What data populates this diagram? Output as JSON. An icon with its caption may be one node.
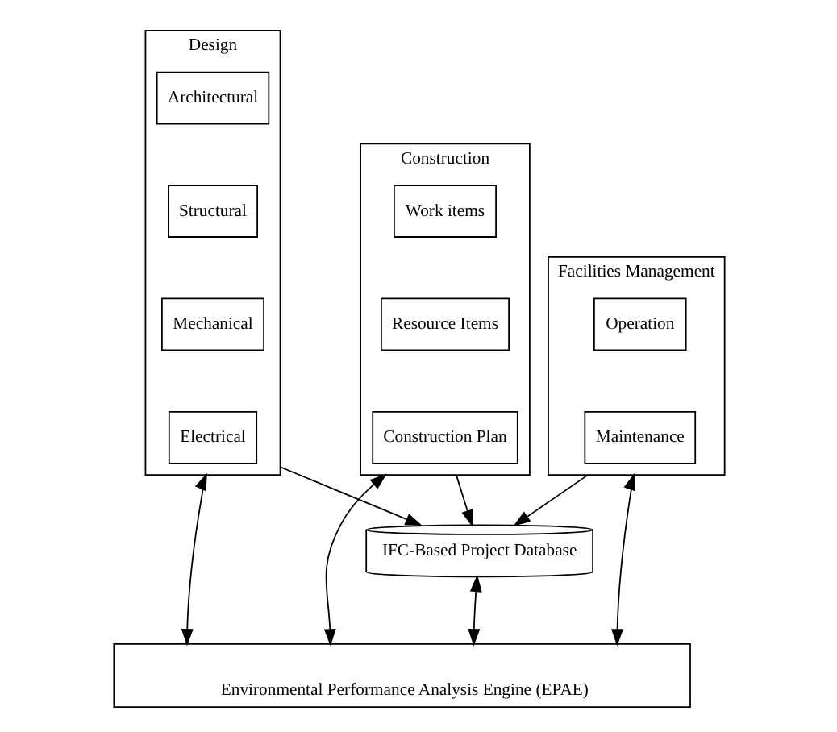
{
  "diagram": {
    "nodes": [
      {
        "text": [
          "Design"
        ]
      },
      {
        "text": [
          "Architectural"
        ],
        "in": 0
      },
      {
        "text": [
          "Structural"
        ],
        "in": 0
      },
      {
        "text": [
          "Mechanical"
        ],
        "in": 0
      },
      {
        "text": [
          "Electrical"
        ],
        "in": 0
      },
      {
        "text": [
          "Construction"
        ]
      },
      {
        "text": [
          "Work items"
        ],
        "in": 5
      },
      {
        "text": [
          "Resource Items"
        ],
        "in": 5
      },
      {
        "text": [
          "Construction Plan"
        ],
        "in": 5
      },
      {
        "text": [
          "Facilities Management"
        ]
      },
      {
        "text": [
          "Operation"
        ],
        "in": 9
      },
      {
        "text": [
          "Maintenance"
        ],
        "in": 9
      },
      {
        "text": [
          "IFC-Based Project Database"
        ]
      },
      {
        "text": [
          "Environmental Performance Analysis Engine (EPAE)"
        ]
      }
    ],
    "edges": [
      {
        "from": 0,
        "to": 13,
        "arrow": "both"
      },
      {
        "from": 0,
        "to": 12,
        "arrow": "to"
      },
      {
        "from": 5,
        "to": 13,
        "arrow": "both"
      },
      {
        "from": 5,
        "to": 12,
        "arrow": "to"
      },
      {
        "from": 12,
        "to": 13,
        "arrow": "both"
      },
      {
        "from": 9,
        "to": 13,
        "arrow": "both"
      },
      {
        "from": 9,
        "to": 12,
        "arrow": "to"
      }
    ]
  }
}
